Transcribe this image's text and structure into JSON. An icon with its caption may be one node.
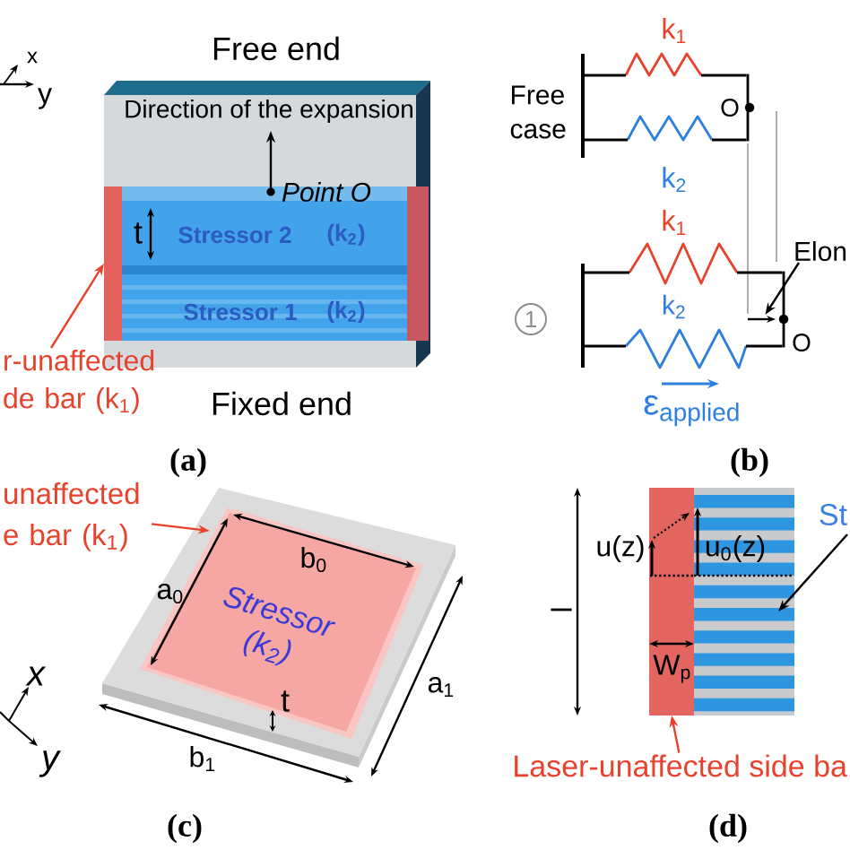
{
  "diagram": {
    "nodes": [
      {
        "text": [
          "Direction of the expansion"
        ]
      },
      {
        "text": [
          "Stressor 2",
          "(k$_{2}$)"
        ],
        "in": 0
      },
      {
        "text": [
          "Stressor 1",
          "(k$_{2}$)"
        ],
        "in": 0
      },
      {
        "text": [],
        "shape": "bar",
        "in": 0
      },
      {
        "text": [],
        "shape": "bar",
        "in": 0
      },
      {
        "text": [
          "r-unaffected de bar (k$_{1}$)"
        ]
      },
      {
        "text": [],
        "shape": "bar"
      },
      {
        "text": [],
        "shape": "spring",
        "beside": [
          "k$_{1}$"
        ]
      },
      {
        "text": [],
        "shape": "spring",
        "beside": [
          "k$_{2}$"
        ]
      },
      {
        "text": [],
        "shape": "bar",
        "beside": [
          "O"
        ]
      },
      {
        "text": [
          "Elon"
        ]
      },
      {
        "text": [],
        "shape": "bar"
      },
      {
        "text": [],
        "shape": "spring",
        "beside": [
          "k$_{1}$"
        ]
      },
      {
        "text": [],
        "shape": "spring",
        "beside": [
          "k$_{2}$"
        ]
      },
      {
        "text": [],
        "shape": "bar",
        "beside": [
          "O"
        ]
      },
      {
        "text": [],
        "shape": "arrow"
      },
      {
        "text": [
          "1"
        ]
      },
      {
        "text": [
          "unaffected e bar (k$_{1}$)"
        ]
      },
      {
        "text": [],
        "shape": "box"
      },
      {
        "text": [
          "Stressor (k$_{2}$)"
        ],
        "in": 18
      },
      {
        "text": [
          "St"
        ]
      },
      {
        "text": [],
        "shape": "bar"
      },
      {
        "text": [],
        "shape": "box"
      },
      {
        "text": [
          "Laser-unaffected side ba"
        ]
      }
    ],
    "edges": [
      {
        "from": 5,
        "to": 3,
        "arrow": "to",
        "color": "#e8412c"
      },
      {
        "from": 6,
        "to": 7,
        "arrow": "none"
      },
      {
        "from": 6,
        "to": 8,
        "arrow": "none"
      },
      {
        "from": 7,
        "to": 9,
        "arrow": "none"
      },
      {
        "from": 8,
        "to": 9,
        "arrow": "none"
      },
      {
        "from": 11,
        "to": 12,
        "arrow": "none"
      },
      {
        "from": 11,
        "to": 13,
        "arrow": "none"
      },
      {
        "from": 12,
        "to": 14,
        "arrow": "none"
      },
      {
        "from": 13,
        "to": 14,
        "arrow": "none"
      },
      {
        "from": 10,
        "to": 15,
        "arrow": "to"
      },
      {
        "from": 17,
        "to": 18,
        "arrow": "to",
        "color": "#e8412c"
      },
      {
        "from": 20,
        "to": 22,
        "arrow": "to"
      },
      {
        "from": 23,
        "to": 21,
        "arrow": "to",
        "color": "#e8412c"
      }
    ],
    "labels": [
      "x",
      "y",
      "Free end",
      "Point O",
      "t",
      "Fixed end",
      "(a)",
      "Free case",
      "ε$_{applied}$",
      "(b)",
      "b$_{0}$",
      "a$_{0}$",
      "t",
      "b$_{1}$",
      "a$_{1}$",
      "x",
      "y",
      "(c)",
      "l",
      "u(z)",
      "u$_{0}$(z)",
      "W$_{p}$",
      "(d)"
    ]
  }
}
